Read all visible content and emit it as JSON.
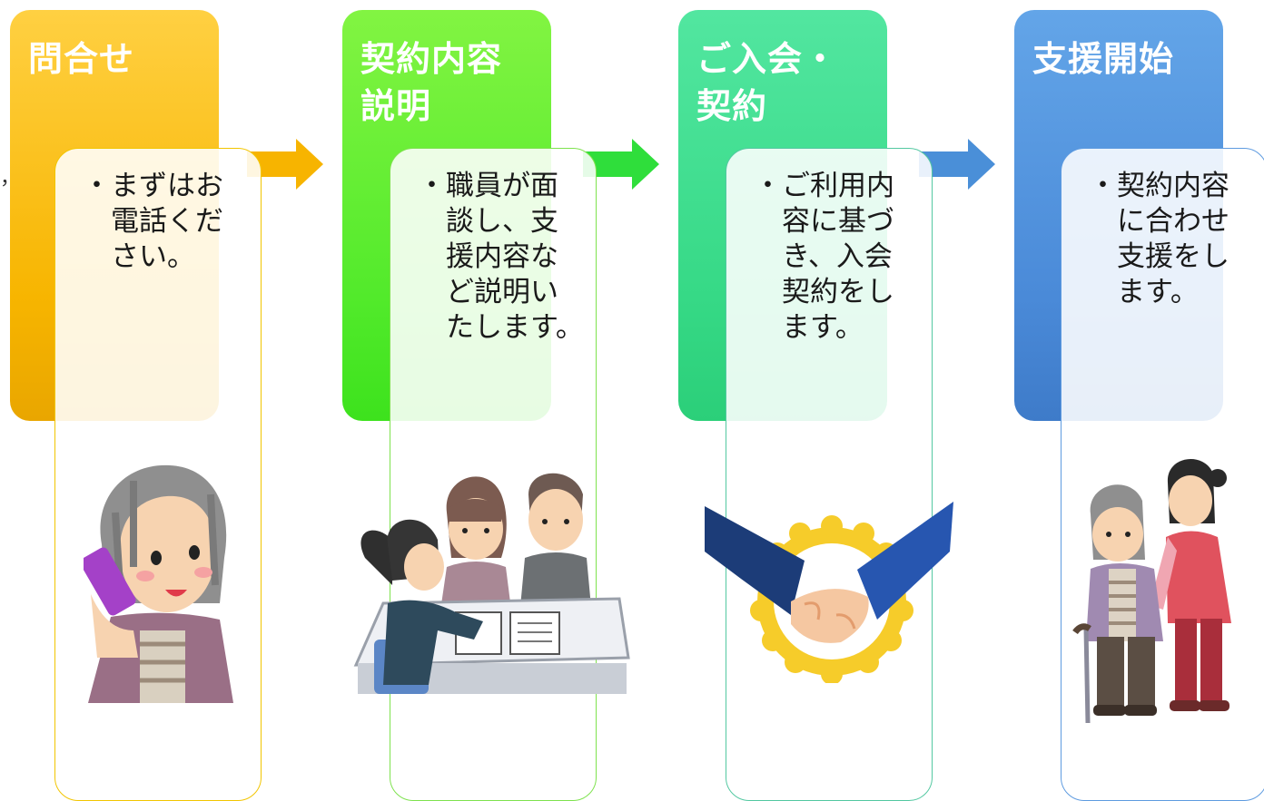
{
  "steps": [
    {
      "title": "問合せ",
      "text": "・まずはお\n　電話くだ\n　さい。",
      "color_top": "#ffcb3a",
      "color_bottom": "#f3a800",
      "border": "#f2c500"
    },
    {
      "title": "契約内容\n説明",
      "text": "・職員が面\n　談し、支\n　援内容な\n　ど説明い\n　たします。",
      "color_top": "#7cf23d",
      "color_bottom": "#3ee71d",
      "border": "#7ee24e"
    },
    {
      "title": "ご入会・\n契約",
      "text": "・ご利用内\n　容に基づ\n　き、入会\n　契約をし\n　ます。",
      "color_top": "#48e49a",
      "color_bottom": "#2fcf7e",
      "border": "#53c8a1"
    },
    {
      "title": "支援開始",
      "text": "・契約内容\n　に合わせ\n　支援をし\n　ます。",
      "color_top": "#5ba0e6",
      "color_bottom": "#3f7fcf",
      "border": "#5e9be0"
    }
  ],
  "edge_mark": "，",
  "colors": {
    "arrow1": "#f7b400",
    "arrow2": "#28dd3a",
    "arrow3": "#4a8fd8"
  }
}
